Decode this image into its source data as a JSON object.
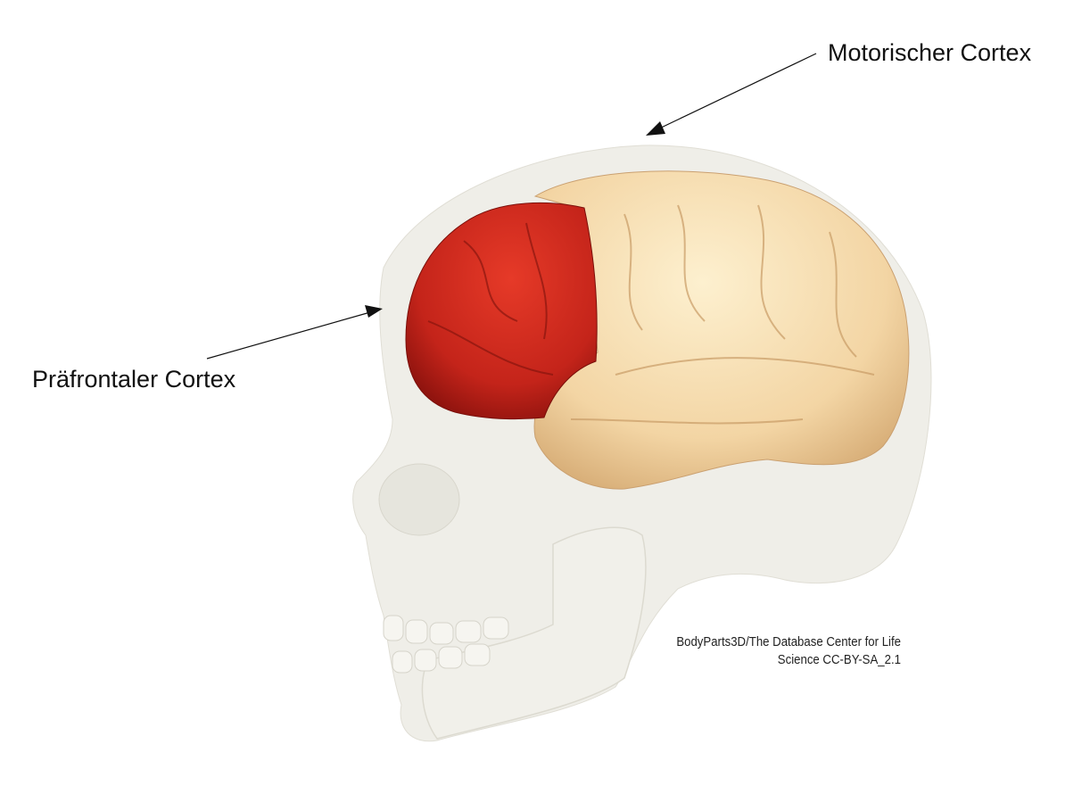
{
  "labels": {
    "motor_cortex": "Motorischer Cortex",
    "prefrontal_cortex": "Präfrontaler Cortex"
  },
  "credit": {
    "line1": "BodyParts3D/The Database Center for Life",
    "line2": "Science CC-BY-SA_2.1"
  },
  "colors": {
    "prefrontal": "#c8281e",
    "brain": "#f6dcae",
    "skull": "#ecebe4"
  }
}
